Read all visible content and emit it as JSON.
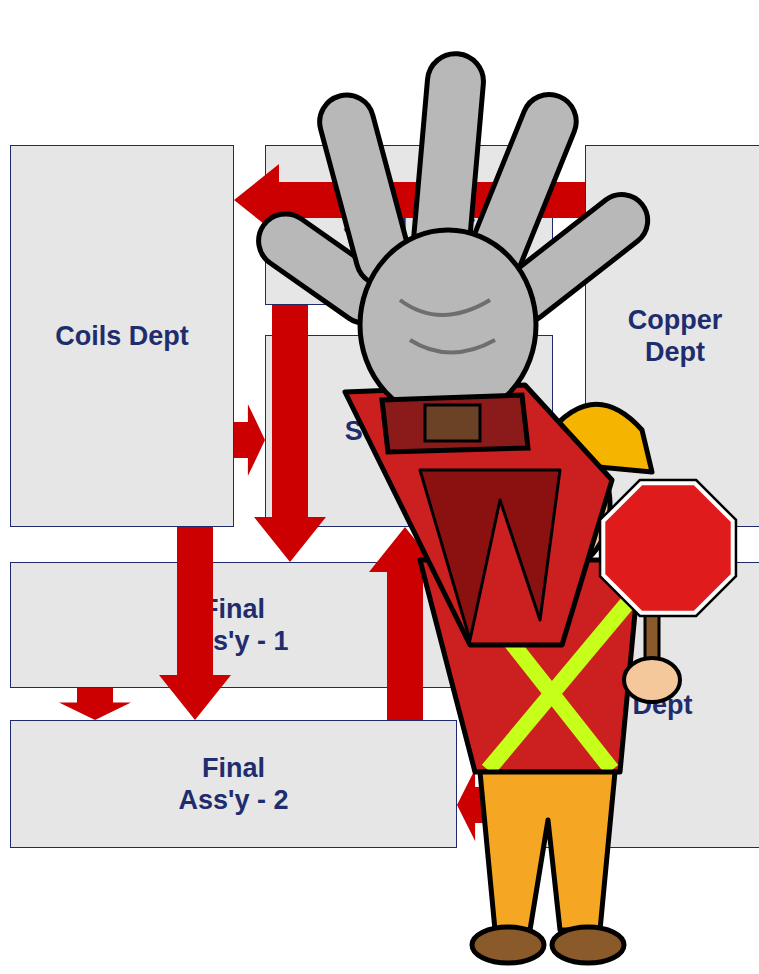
{
  "diagram": {
    "nodes": [
      {
        "text": [
          "Coils Dept"
        ]
      },
      {
        "text": [
          "Steel Dept"
        ]
      },
      {
        "text": [
          "Copper Dept"
        ]
      },
      {
        "text": [
          "Sub Ass'y"
        ]
      },
      {
        "text": [
          "Final Ass'y - 1"
        ]
      },
      {
        "text": [
          "Final Ass'y - 2"
        ]
      },
      {
        "text": [
          "Tube Dept"
        ]
      }
    ],
    "edges": [
      {
        "from": 2,
        "to": 0,
        "arrow": "to"
      },
      {
        "from": 1,
        "to": 4,
        "arrow": "to"
      },
      {
        "from": 0,
        "to": 3,
        "arrow": "to"
      },
      {
        "from": 0,
        "to": 5,
        "arrow": "to"
      },
      {
        "from": 4,
        "to": 5,
        "arrow": "to"
      },
      {
        "from": 5,
        "to": 3,
        "arrow": "to"
      },
      {
        "from": 6,
        "to": 5,
        "arrow": "to"
      }
    ]
  }
}
